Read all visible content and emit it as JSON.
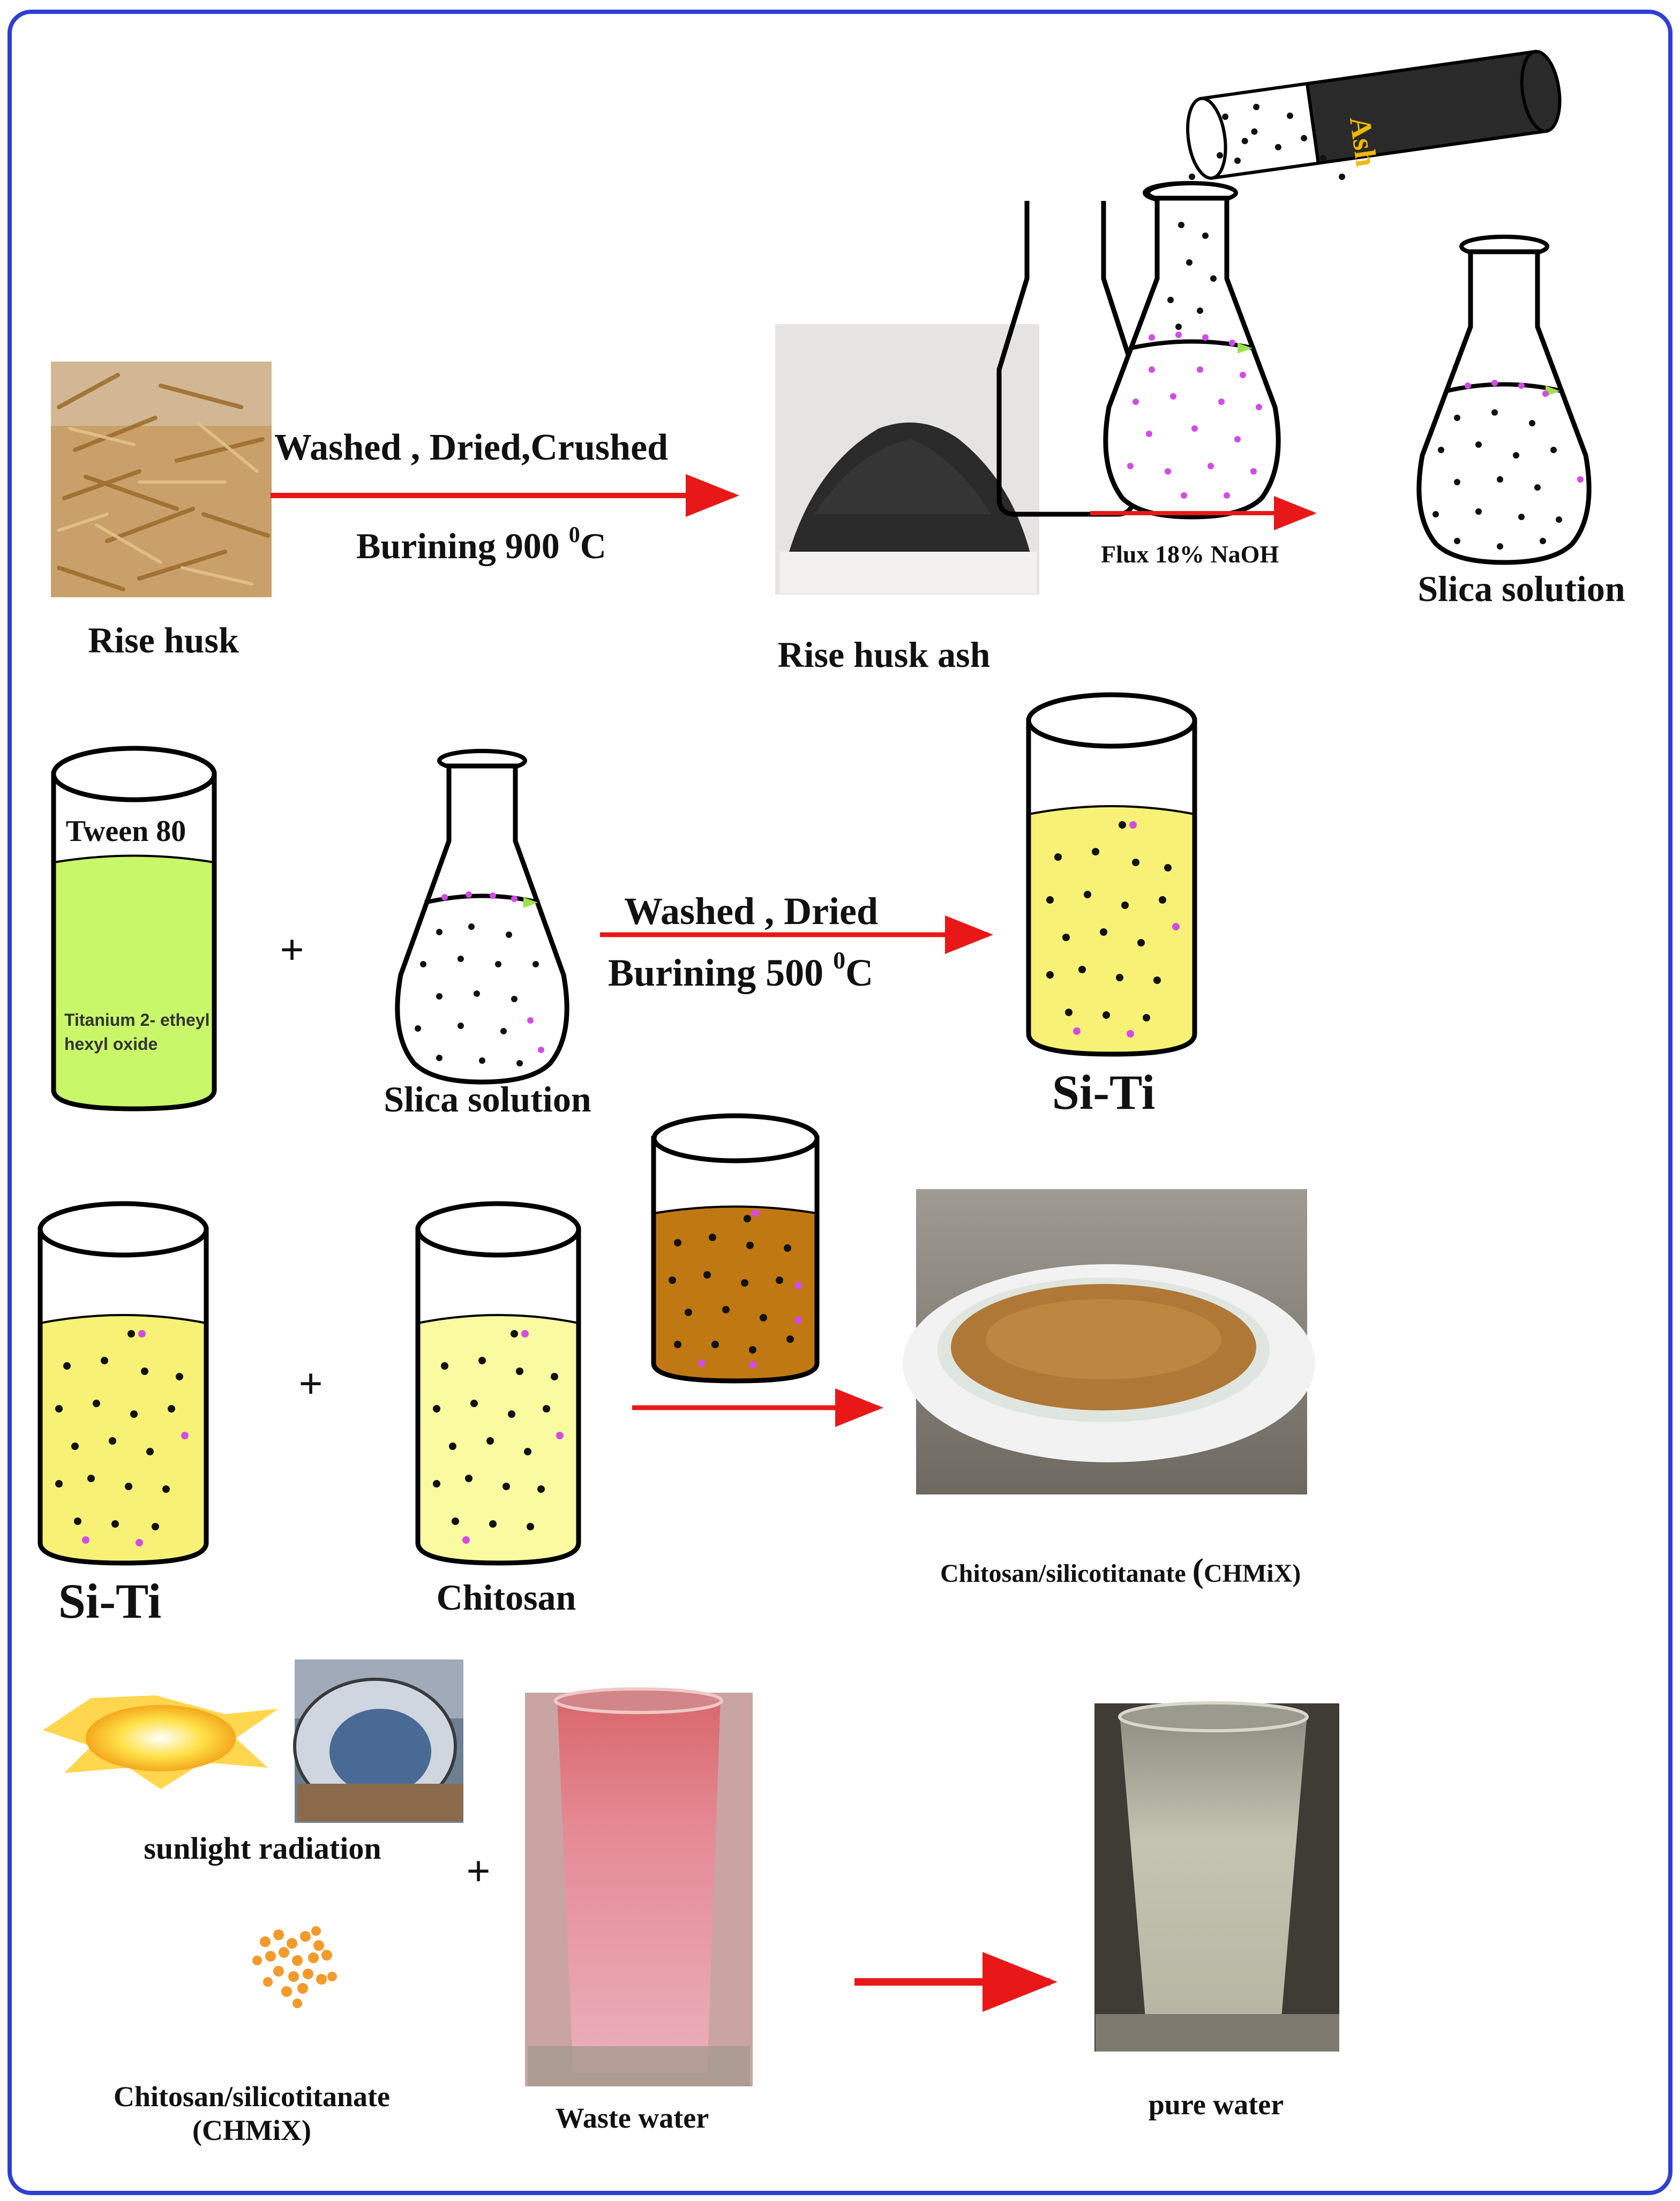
{
  "colors": {
    "frame": "#2f3fd0",
    "arrow": "#e81818",
    "yellow_liquid": "#f7f276",
    "green_liquid": "#c8f76a",
    "brown_liquid": "#c07812",
    "dot_black": "#111111",
    "dot_magenta": "#d24be6",
    "orange_granules": "#f39a2a",
    "waste_water": "#e7909a",
    "pure_water": "#c9c9b8"
  },
  "row1": {
    "rice_husk_label": "Rise husk",
    "arrow_top": "Washed , Dried,Crushed",
    "arrow_bottom_prefix": "Burining 900 ",
    "arrow_bottom_sup": "0",
    "arrow_bottom_suffix": "C",
    "ash_label": "Rise husk ash",
    "tube_label": "Ash",
    "flux_label": "Flux 18% NaOH",
    "silica_label": "Slica solution"
  },
  "row2": {
    "cylinder_top": "Tween 80",
    "cylinder_bottom_line1": "Titanium 2- etheyl",
    "cylinder_bottom_line2": "hexyl oxide",
    "plus": "+",
    "silica_label": "Slica solution",
    "arrow_top": "Washed , Dried",
    "arrow_bottom_prefix": "Burining 500 ",
    "arrow_bottom_sup": "0",
    "arrow_bottom_suffix": "C",
    "product_label": "Si-Ti"
  },
  "row3": {
    "siti_label": "Si-Ti",
    "plus": "+",
    "chitosan_label": "Chitosan",
    "product_label": "Chitosan/silicotitanate   (CHMiX)",
    "product_label_main": "Chitosan/silicotitanate   ",
    "product_label_paren": "(",
    "product_label_abbr": "CHMiX)"
  },
  "row4": {
    "sunlight_label": "sunlight radiation",
    "chmix_line1": "Chitosan/silicotitanate",
    "chmix_line2": "(CHMiX)",
    "plus": "+",
    "waste_label": "Waste water",
    "pure_label": "pure water"
  }
}
